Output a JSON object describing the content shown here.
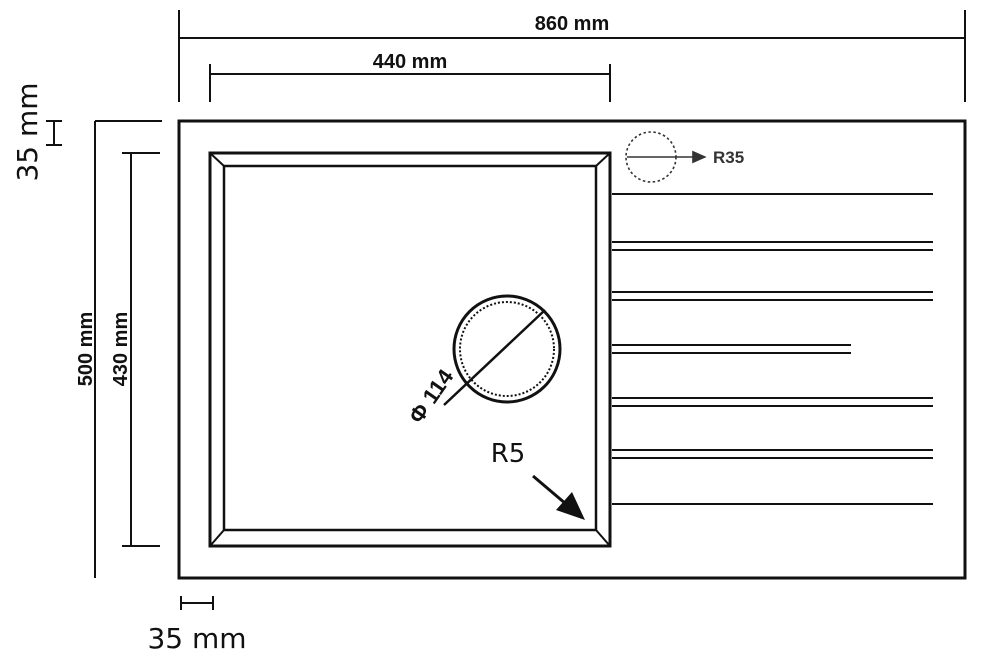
{
  "dimensions": {
    "total_width": "860 mm",
    "bowl_width": "440 mm",
    "total_depth": "500 mm",
    "bowl_depth": "430 mm",
    "top_margin": "35 mm",
    "left_margin": "35 mm"
  },
  "annotations": {
    "drain_diameter": "Φ 114",
    "corner_radius": "R5",
    "tap_hole_radius": "R35"
  },
  "colors": {
    "line": "#111111",
    "background": "#ffffff"
  }
}
